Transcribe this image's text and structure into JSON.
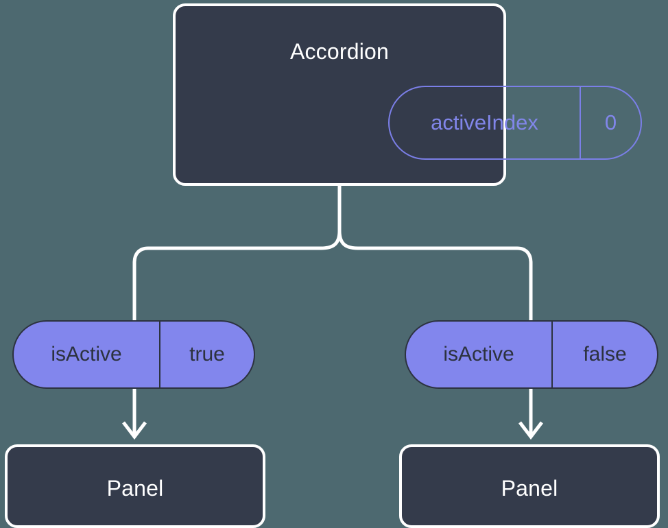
{
  "diagram": {
    "background_color": "#4d6970",
    "connector_color": "#ffffff",
    "accent_purple": "#8286ed",
    "outline_purple": "#7b7fe8",
    "box_fill": "#343b4b",
    "dark_text": "#2c323f",
    "light_text": "#ffffff"
  },
  "root": {
    "title": "Accordion",
    "state_pill": {
      "key": "activeIndex",
      "value": "0"
    }
  },
  "branches": [
    {
      "prop_pill": {
        "key": "isActive",
        "value": "true"
      },
      "child": {
        "title": "Panel"
      }
    },
    {
      "prop_pill": {
        "key": "isActive",
        "value": "false"
      },
      "child": {
        "title": "Panel"
      }
    }
  ]
}
